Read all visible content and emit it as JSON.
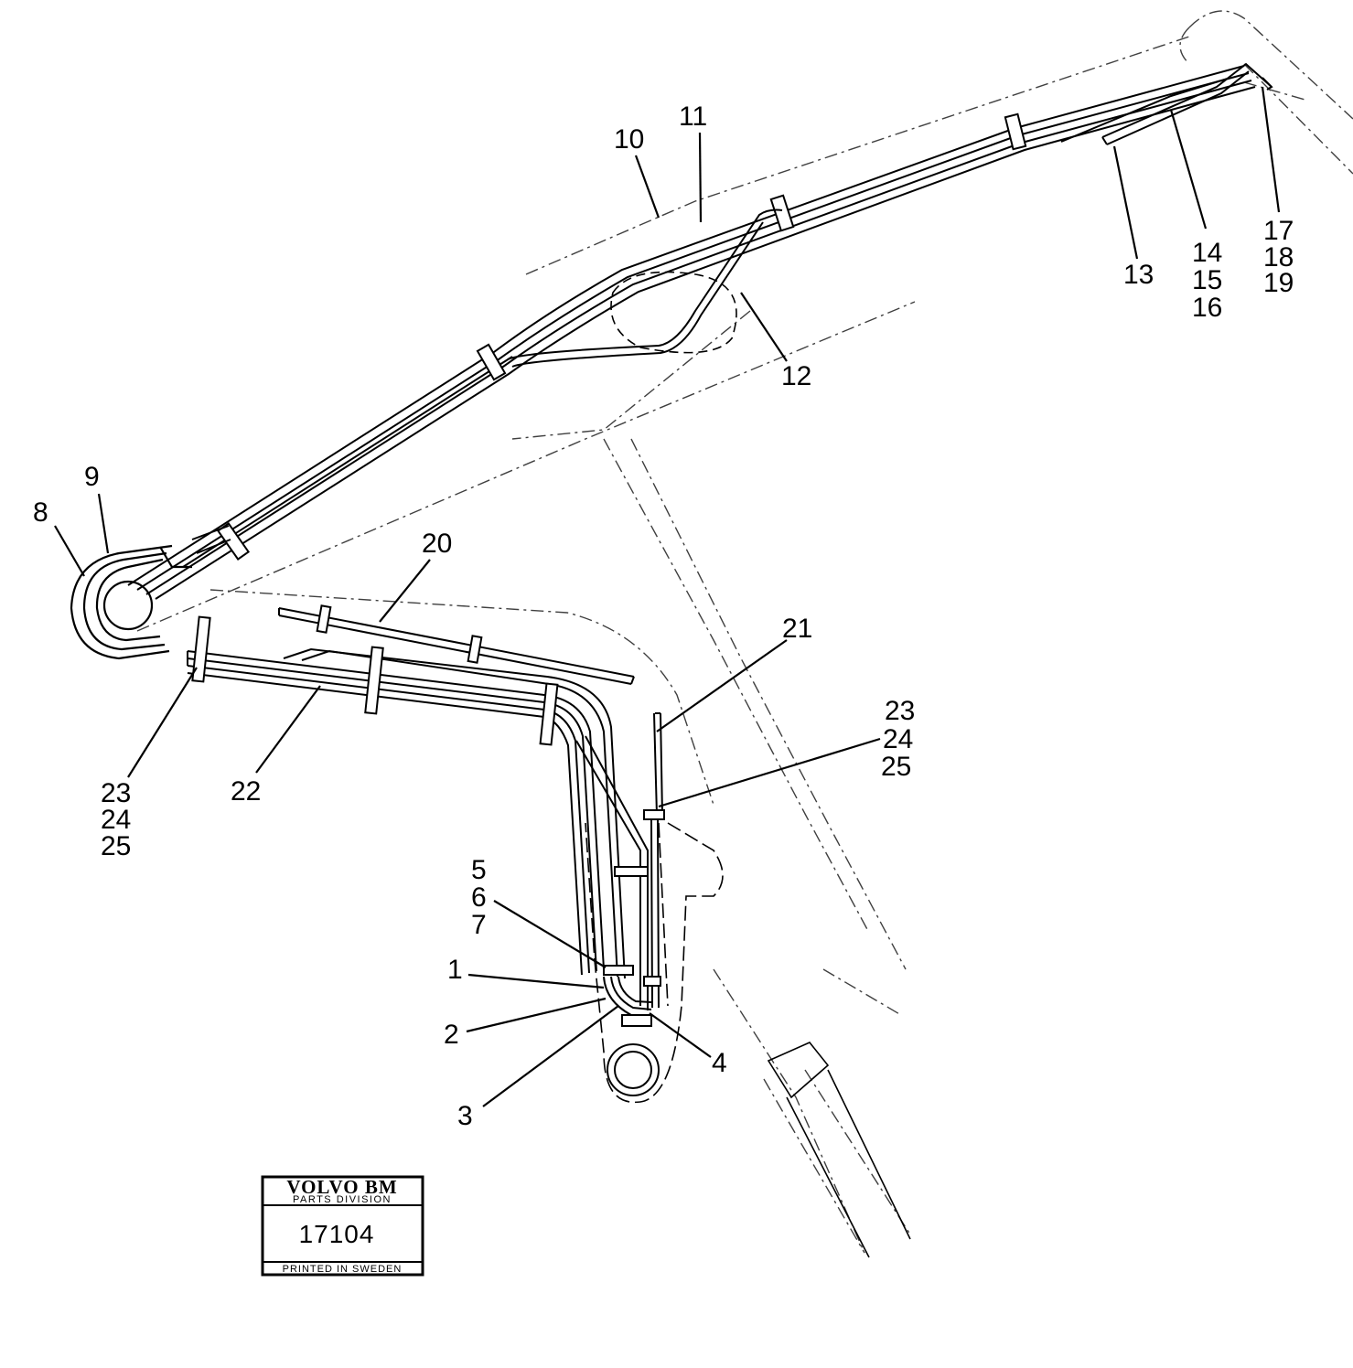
{
  "callouts": {
    "c1": "1",
    "c2": "2",
    "c3": "3",
    "c4": "4",
    "c5": "5",
    "c6": "6",
    "c7": "7",
    "c8": "8",
    "c9": "9",
    "c10": "10",
    "c11": "11",
    "c12": "12",
    "c13": "13",
    "c14": "14",
    "c15": "15",
    "c16": "16",
    "c17": "17",
    "c18": "18",
    "c19": "19",
    "c20": "20",
    "c21": "21",
    "c22": "22",
    "c23_right": "23",
    "c24_right": "24",
    "c25_right": "25",
    "c23_left": "23",
    "c24_left": "24",
    "c25_left": "25"
  },
  "stamp": {
    "brand": "VOLVO BM",
    "division": "PARTS DIVISION",
    "number": "17104",
    "footer": "PRINTED IN SWEDEN"
  }
}
